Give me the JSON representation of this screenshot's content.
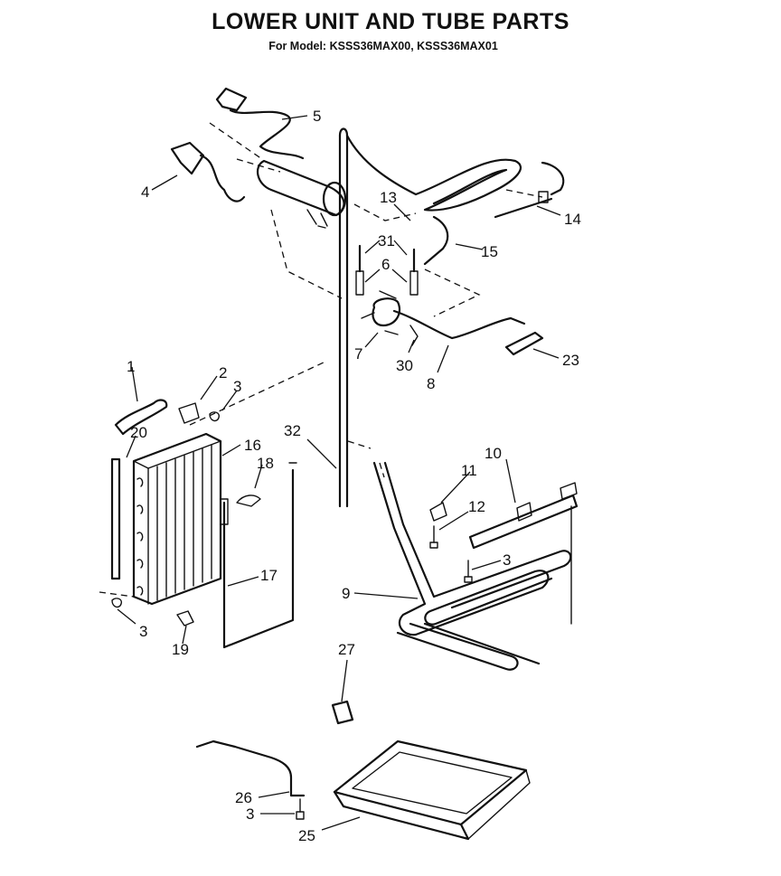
{
  "header": {
    "title": "LOWER UNIT AND TUBE PARTS",
    "model_prefix": "For Model:",
    "models": "KSSS36MAX00, KSSS36MAX01"
  },
  "callouts": [
    "1",
    "2",
    "3",
    "3",
    "3",
    "3",
    "4",
    "5",
    "6",
    "7",
    "8",
    "9",
    "10",
    "11",
    "12",
    "13",
    "14",
    "15",
    "16",
    "17",
    "18",
    "19",
    "20",
    "23",
    "25",
    "26",
    "27",
    "30",
    "31",
    "32"
  ],
  "colors": {
    "ink": "#111111",
    "paper": "#ffffff"
  }
}
